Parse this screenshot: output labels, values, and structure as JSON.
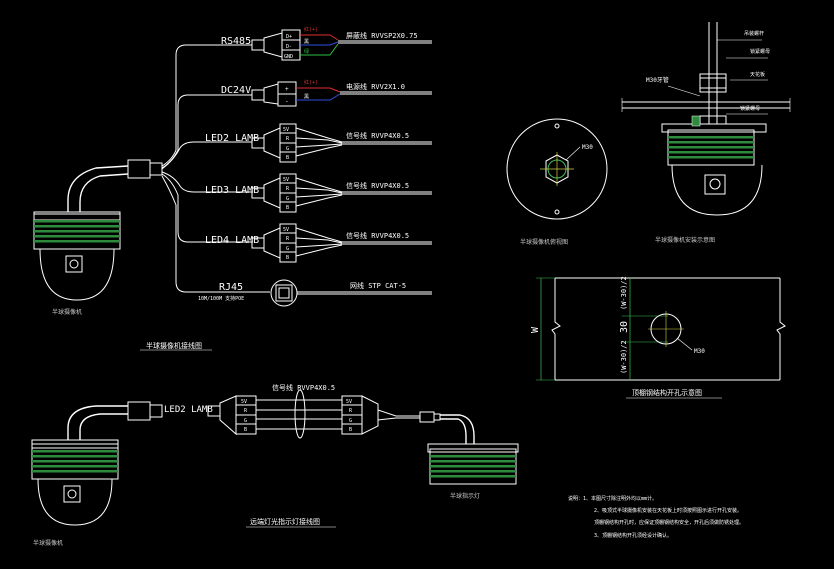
{
  "colors": {
    "background": "#000000",
    "line": "#ffffff",
    "green_stripe": "#2e8b3e",
    "red_wire": "#e03030",
    "blue_wire": "#3050e0",
    "green_wire": "#30c040",
    "dim_green": "#40c050",
    "dim_yellow": "#d0d040",
    "grey_text": "#c8c8c8"
  },
  "wiring": {
    "rs485": {
      "label": "RS485",
      "pins": [
        "D+",
        "D-",
        "GND"
      ],
      "cable": "屏蔽线 RVVSP2X0.75",
      "wire_tags": [
        "红(+)",
        "黑",
        "绿"
      ]
    },
    "dc24v": {
      "label": "DC24V",
      "pins": [
        "+",
        "-"
      ],
      "cable": "电源线 RVV2X1.0",
      "wire_tags": [
        "红(+)",
        "黑"
      ]
    },
    "led2": {
      "label": "LED2 LAMB",
      "pins": [
        "5V",
        "R",
        "G",
        "B"
      ],
      "cable": "信号线 RVVP4X0.5"
    },
    "led3": {
      "label": "LED3 LAMB",
      "pins": [
        "5V",
        "R",
        "G",
        "B"
      ],
      "cable": "信号线 RVVP4X0.5"
    },
    "led4": {
      "label": "LED4 LAMB",
      "pins": [
        "5V",
        "R",
        "G",
        "B"
      ],
      "cable": "信号线 RVVP4X0.5"
    },
    "rj45": {
      "label": "RJ45",
      "sublabel": "10M/100M 支持POE",
      "cable": "网线 STP CAT-5"
    },
    "camera_label": "半球摄像机",
    "title": "半球摄像机接线图"
  },
  "extension": {
    "connector_label": "LED2 LAMB",
    "cable": "信号线 RVVP4X0.5",
    "left_pins": [
      "5V",
      "R",
      "G",
      "B"
    ],
    "right_pins": [
      "5V",
      "R",
      "G",
      "B"
    ],
    "left_label": "半球摄像机",
    "right_label": "半球指示灯",
    "title": "远端灯光指示灯接线图"
  },
  "mounting": {
    "thread_label": "M30",
    "top_caption": "半球摄像机俯视图",
    "side_caption": "半球摄像机安装示意图",
    "side_labels": [
      "吊装螺杆",
      "锁紧螺母",
      "天花板",
      "锁紧螺母"
    ],
    "side_thread_label": "M30牙管"
  },
  "drilling": {
    "w_label": "W",
    "dim_top": "(W-30)/2",
    "dim_mid": "30",
    "dim_bottom": "(W-30)/2",
    "hole_label": "M30",
    "caption": "顶棚钢结构开孔示意图"
  },
  "notes": {
    "lines": [
      "说明：1、本图尺寸除注明外均以mm计。",
      "2、吸顶式半球摄像机安装在天花板上时须按照图示进行开孔安装。",
      "顶棚钢结构开孔时，应保证顶棚钢结构安全，开孔后须做防锈处理。",
      "3、顶棚钢结构开孔须经设计确认。"
    ]
  }
}
